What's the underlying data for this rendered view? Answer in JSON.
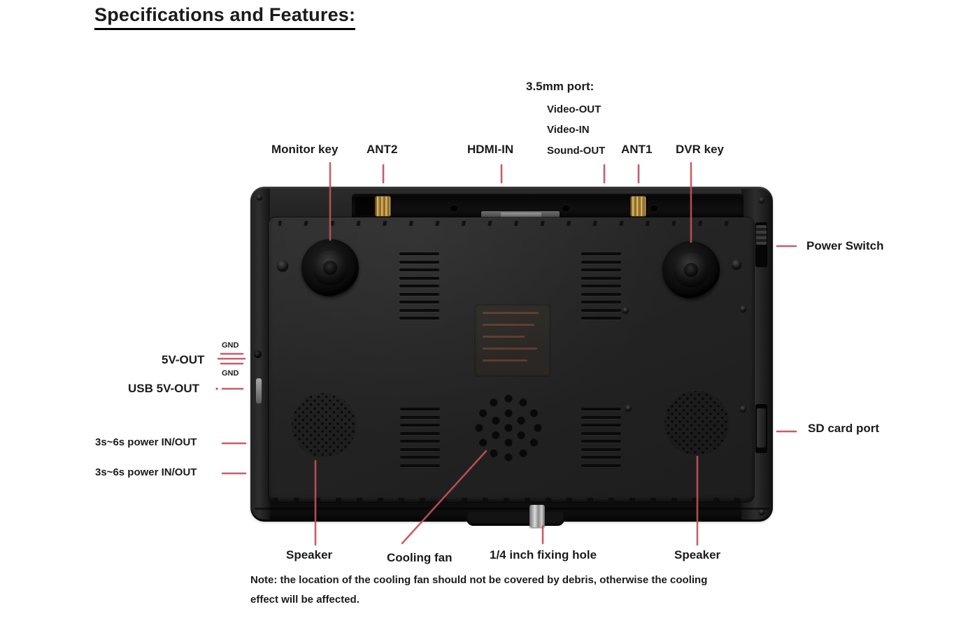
{
  "title": "Specifications and Features:",
  "colors": {
    "leader_line": "#c4505a",
    "label_text": "#1b1b1b",
    "device_body": "#1d1d1d",
    "antenna_connector": "#d9b75f"
  },
  "diagram": {
    "top_labels": {
      "monitor_key": "Monitor key",
      "ant2": "ANT2",
      "hdmi_in": "HDMI-IN",
      "ant1": "ANT1",
      "dvr_key": "DVR key"
    },
    "jack_group": {
      "heading": "3.5mm port:",
      "items": [
        "Video-OUT",
        "Video-IN",
        "Sound-OUT"
      ]
    },
    "left_labels": {
      "gnd_top": "GND",
      "v5_out": "5V-OUT",
      "gnd_bottom": "GND",
      "usb_5v_out": "USB 5V-OUT",
      "power_io_top": "3s~6s power IN/OUT",
      "power_io_bottom": "3s~6s power IN/OUT"
    },
    "right_labels": {
      "power_switch": "Power Switch",
      "sd_card_port": "SD card port"
    },
    "bottom_labels": {
      "speaker_left": "Speaker",
      "cooling_fan": "Cooling fan",
      "fixing_hole": "1/4 inch fixing hole",
      "speaker_right": "Speaker"
    },
    "note_line1": "Note: the location of the cooling fan should not be covered by debris, otherwise the cooling",
    "note_line2": "effect will be affected."
  }
}
